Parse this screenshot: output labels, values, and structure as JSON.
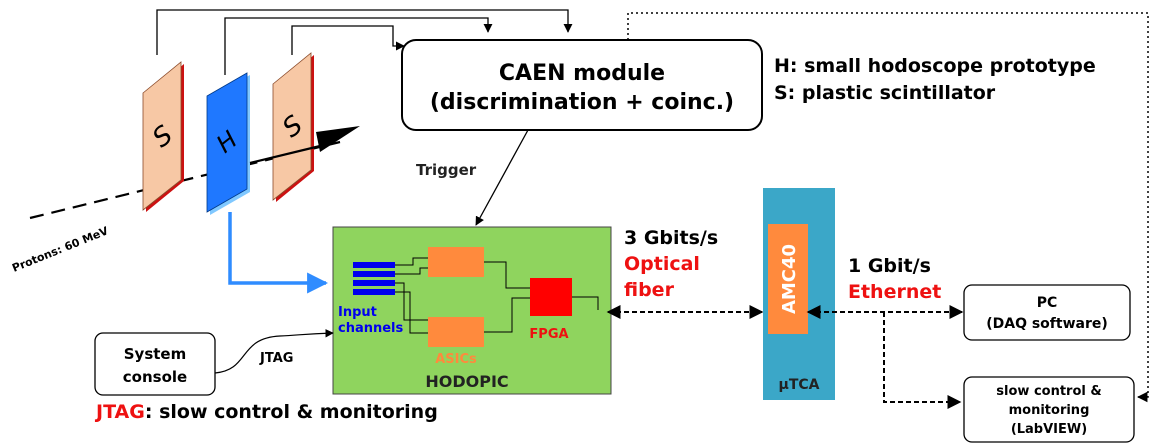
{
  "caen": {
    "line1": "CAEN module",
    "line2": "(discrimination + coinc.)"
  },
  "legend": {
    "h": "H: small hodoscope prototype",
    "s": "S: plastic scintillator"
  },
  "scintillator_labels": {
    "s1": "S",
    "h": "H",
    "s2": "S"
  },
  "beam_label": "Protons: 60 MeV",
  "trigger_label": "Trigger",
  "hodopic": {
    "name": "HODOPIC",
    "input_line1": "Input",
    "input_line2": "channels",
    "asics": "ASICs",
    "fpga": "FPGA"
  },
  "optical": {
    "rate": "3 Gbits/s",
    "line1": "Optical",
    "line2": "fiber"
  },
  "utca": {
    "name": "μTCA",
    "card": "AMC40"
  },
  "ethernet": {
    "rate": "1 Gbit/s",
    "name": "Ethernet"
  },
  "pc": {
    "line1": "PC",
    "line2": "(DAQ software)"
  },
  "slow": {
    "line1": "slow control &",
    "line2": "monitoring",
    "line3": "(LabVIEW)"
  },
  "console": {
    "line1": "System",
    "line2": "console"
  },
  "jtag_link": "JTAG",
  "footer": {
    "jtag": "JTAG",
    "rest": ": slow control & monitoring"
  },
  "colors": {
    "scint_fill": "#f7c8a5",
    "scint_edge": "#cc1111",
    "hodo_fill": "#1f78ff",
    "hodo_edge": "#80c8ff",
    "board_green": "#8fd45e",
    "asic_orange": "#ff8a3d",
    "fpga_red": "#ff0000",
    "channel_blue": "#0000ee",
    "utca_teal": "#3ba7c8",
    "accent_red": "#ee1111",
    "wire_blue": "#2f8cff"
  }
}
